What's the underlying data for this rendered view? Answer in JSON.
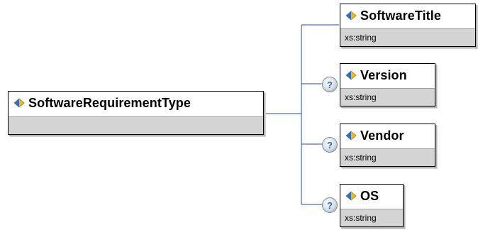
{
  "root": {
    "name": "SoftwareRequirementType"
  },
  "elements": [
    {
      "name": "SoftwareTitle",
      "type": "xs:string",
      "optional": false
    },
    {
      "name": "Version",
      "type": "xs:string",
      "optional": true
    },
    {
      "name": "Vendor",
      "type": "xs:string",
      "optional": true
    },
    {
      "name": "OS",
      "type": "xs:string",
      "optional": true
    }
  ],
  "optional_marker": "?",
  "icon": "element-diamond-icon",
  "colors": {
    "connector": "#1f4f9b",
    "footer": "#d4d4d4",
    "icon_blue": "#2a6fc9",
    "icon_gold": "#f2b824"
  }
}
